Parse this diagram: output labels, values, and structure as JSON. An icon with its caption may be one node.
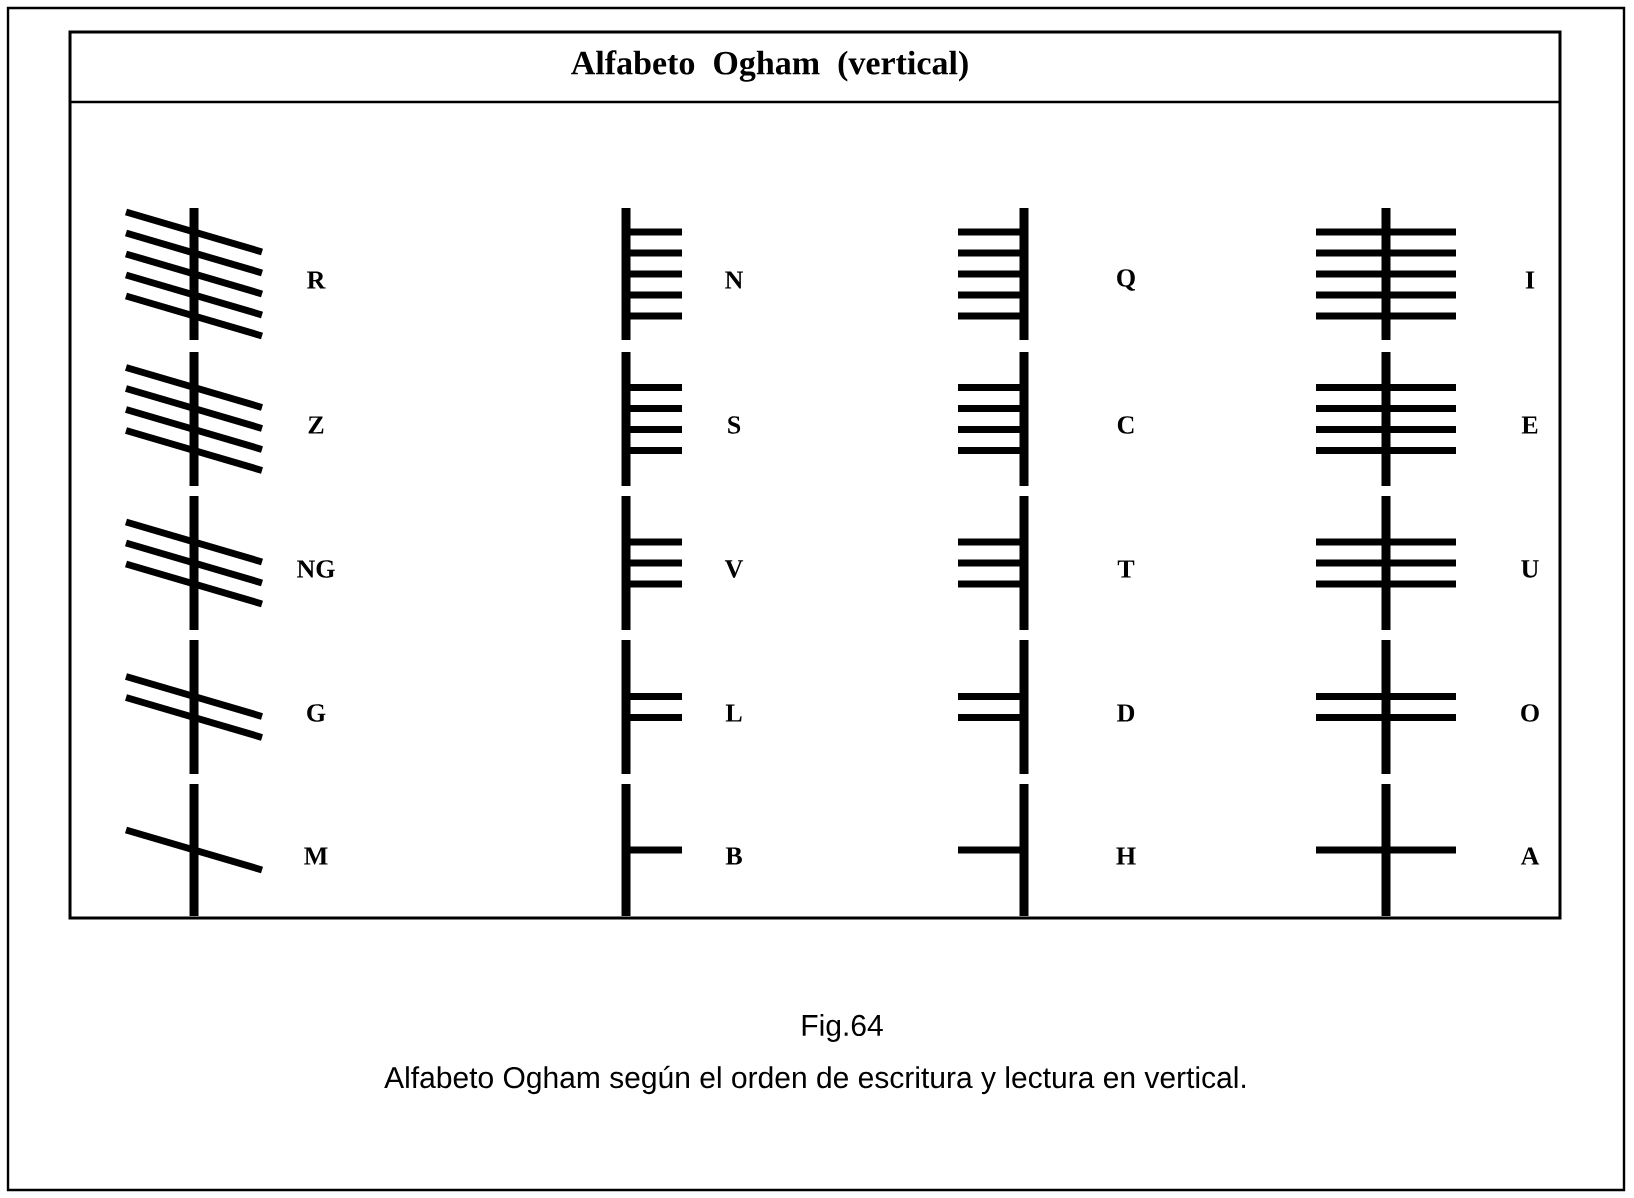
{
  "diagram": {
    "title": "Alfabeto Ogham (vertical)",
    "caption": "Alfabeto Ogham según el orden de escritura y lectura en vertical.",
    "labels": [
      "R",
      "Z",
      "NG",
      "G",
      "M",
      "N",
      "S",
      "V",
      "L",
      "B",
      "Q",
      "C",
      "T",
      "D",
      "H",
      "I",
      "E",
      "U",
      "O",
      "A",
      "Fig.64"
    ]
  }
}
